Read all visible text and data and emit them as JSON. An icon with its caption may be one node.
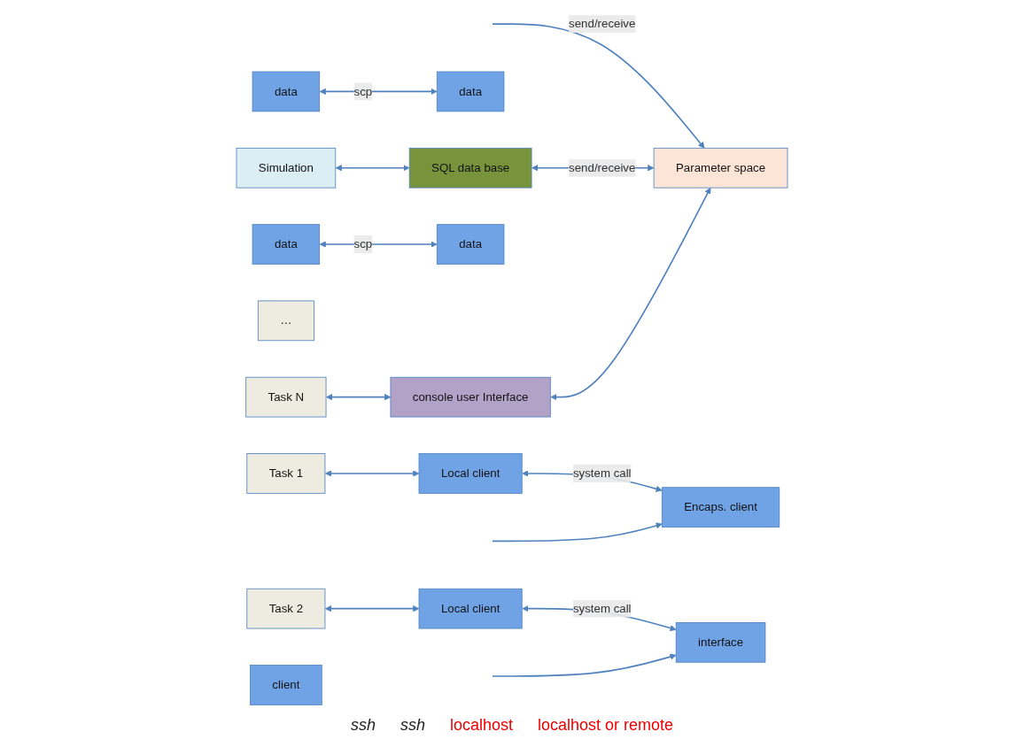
{
  "diagram": {
    "nodes": [
      {
        "text": [
          "Parameter space"
        ]
      },
      {
        "text": [
          "Simulation"
        ]
      },
      {
        "text": [
          "Task 1"
        ]
      },
      {
        "text": [
          "Task 2"
        ]
      },
      {
        "text": [
          "…"
        ]
      },
      {
        "text": [
          "Task N"
        ]
      },
      {
        "text": [
          "Local client"
        ]
      },
      {
        "text": [
          "data"
        ]
      },
      {
        "text": [
          "Encaps. client"
        ]
      },
      {
        "text": [
          "data"
        ]
      },
      {
        "text": [
          "Local client"
        ]
      },
      {
        "text": [
          "data"
        ]
      },
      {
        "text": [
          "interface"
        ]
      },
      {
        "text": [
          "client"
        ]
      },
      {
        "text": [
          "data"
        ]
      },
      {
        "text": [
          "SQL data base"
        ]
      },
      {
        "text": [
          "console user Interface"
        ]
      }
    ],
    "edges": [
      {
        "from": null,
        "to": 0,
        "arrow": "to",
        "label": "send/receive"
      },
      {
        "from": 2,
        "to": 6,
        "arrow": "both"
      },
      {
        "from": 6,
        "to": 8,
        "arrow": "both",
        "label": "system call"
      },
      {
        "from": 7,
        "to": 9,
        "arrow": "both",
        "label": "scp"
      },
      {
        "from": null,
        "to": 8,
        "arrow": "to"
      },
      {
        "from": 3,
        "to": 10,
        "arrow": "both"
      },
      {
        "from": 10,
        "to": 12,
        "arrow": "both",
        "label": "system call"
      },
      {
        "from": 11,
        "to": 14,
        "arrow": "both",
        "label": "scp"
      },
      {
        "from": null,
        "to": 12,
        "arrow": "to"
      },
      {
        "from": 5,
        "to": 16,
        "arrow": "both"
      },
      {
        "from": 1,
        "to": 15,
        "arrow": "both"
      },
      {
        "from": 15,
        "to": 0,
        "arrow": "both",
        "label": "send/receive"
      },
      {
        "from": 16,
        "to": 0,
        "arrow": "both"
      }
    ],
    "labels": [
      "ssh",
      "ssh",
      "localhost",
      "localhost or remote"
    ]
  }
}
